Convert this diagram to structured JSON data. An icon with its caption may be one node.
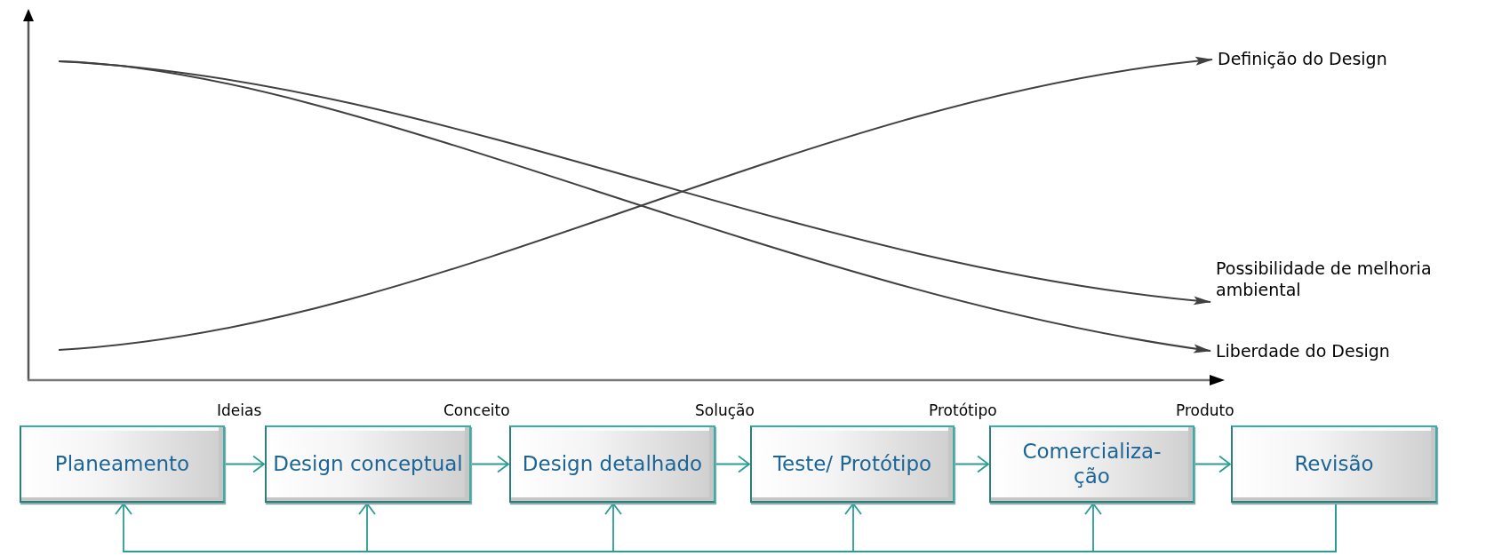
{
  "diagram": {
    "nodes": [
      {
        "text": [
          "Planeamento"
        ]
      },
      {
        "text": [
          "Design conceptual"
        ]
      },
      {
        "text": [
          "Design detalhado"
        ]
      },
      {
        "text": [
          "Teste/ Protótipo"
        ]
      },
      {
        "text": [
          "Comercializa- ção"
        ]
      },
      {
        "text": [
          "Revisão"
        ]
      },
      {
        "text": [
          "Definição do Design"
        ]
      },
      {
        "text": [
          "Possibilidade de melhoria ambiental"
        ]
      },
      {
        "text": [
          "Liberdade do Design"
        ]
      }
    ],
    "edges": [
      {
        "from": null,
        "to": 6,
        "arrow": "to",
        "color": "#404040"
      },
      {
        "from": null,
        "to": 7,
        "arrow": "to",
        "color": "#404040"
      },
      {
        "from": null,
        "to": 8,
        "arrow": "to",
        "color": "#404040"
      },
      {
        "from": 0,
        "to": 1,
        "arrow": "to"
      },
      {
        "from": 1,
        "to": 2,
        "arrow": "to"
      },
      {
        "from": 2,
        "to": 3,
        "arrow": "to"
      },
      {
        "from": 3,
        "to": 4,
        "arrow": "to"
      },
      {
        "from": 4,
        "to": 5,
        "arrow": "to"
      },
      {
        "from": 5,
        "to": 0,
        "arrow": "to"
      },
      {
        "from": 5,
        "to": 1,
        "arrow": "to"
      },
      {
        "from": 5,
        "to": 2,
        "arrow": "to"
      },
      {
        "from": 5,
        "to": 3,
        "arrow": "to"
      },
      {
        "from": 5,
        "to": 4,
        "arrow": "to"
      }
    ],
    "labels": [
      "Ideias",
      "Conceito",
      "Solução",
      "Protótipo",
      "Produto"
    ]
  }
}
